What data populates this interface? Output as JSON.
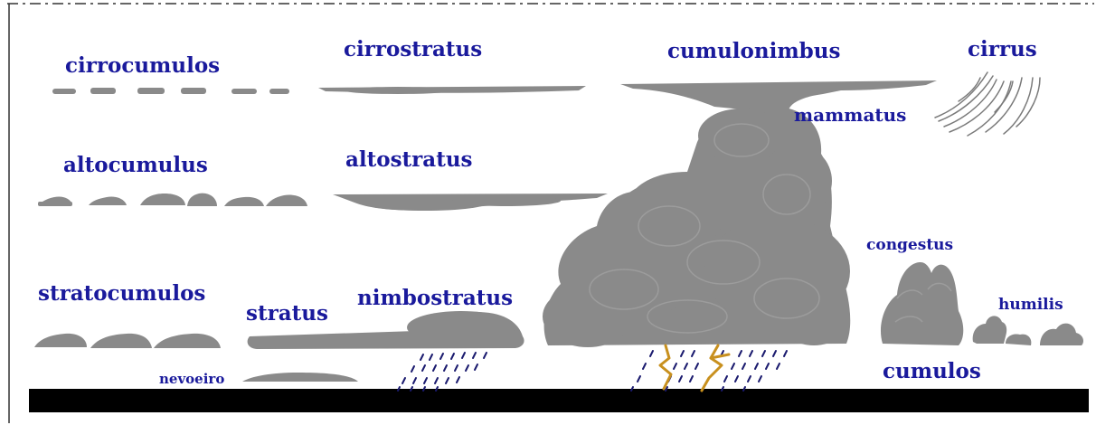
{
  "labels": {
    "cirrocumulos": "cirrocumulos",
    "cirrostratus": "cirrostratus",
    "cumulonimbus": "cumulonimbus",
    "cirrus": "cirrus",
    "mammatus": "mammatus",
    "altocumulus": "altocumulus",
    "altostratus": "altostratus",
    "congestus": "congestus",
    "stratocumulos": "stratocumulos",
    "stratus": "stratus",
    "nimbostratus": "nimbostratus",
    "humilis": "humilis",
    "nevoeiro": "nevoeiro",
    "cumulos": "cumulos"
  },
  "colors": {
    "label_text": "#1a1a9c",
    "cloud_fill": "#8a8a8a",
    "cloud_edge": "#9c9c9c",
    "ground": "#000000",
    "rain": "#1a1a6e",
    "lightning": "#c8901e",
    "border": "#333333",
    "cirrus_stroke": "#7a7a7a"
  }
}
